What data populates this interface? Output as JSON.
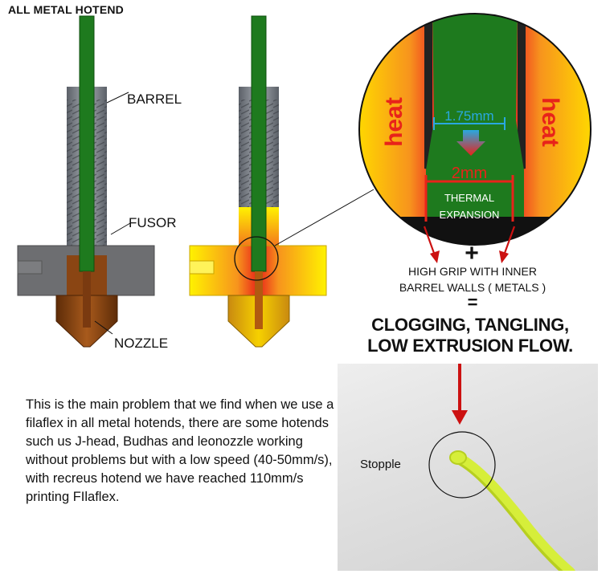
{
  "title": "ALL METAL  HOTEND",
  "labels": {
    "barrel": "BARREL",
    "fusor": "FUSOR",
    "nozzle": "NOZZLE"
  },
  "zoom": {
    "heat_left": "heat",
    "heat_right": "heat",
    "dim_filament": "1.75mm",
    "dim_bore": "2mm",
    "expansion_line1": "THERMAL",
    "expansion_line2": "EXPANSION"
  },
  "plus": "+",
  "grip_line1": "HIGH GRIP WITH INNER",
  "grip_line2": "BARREL WALLS ( METALS )",
  "equals": "=",
  "result_line1": "CLOGGING, TANGLING,",
  "result_line2": "LOW EXTRUSION FLOW.",
  "paragraph": "This is the main problem that we find when we use a filaflex in all metal hotends, there are some hotends such us J-head, Budhas and leonozzle working without problems but with a low speed (40-50mm/s), with recreus hotend we have reached 110mm/s printing FIlaflex.",
  "photo_label": "Stopple",
  "colors": {
    "filament": "#1e7a1e",
    "barrel": "#8a8f96",
    "fusor": "#6d6e71",
    "nozzle": "#8a4513",
    "heat_red": "#e8231a",
    "heat_yellow": "#fff200",
    "arrow_red": "#cc1111",
    "dim_blue": "#29a8e0",
    "filament_yellow": "#d6ee3a"
  }
}
